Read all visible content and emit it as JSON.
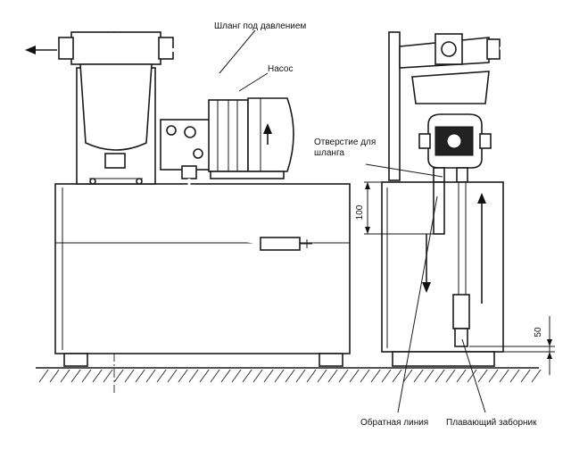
{
  "labels": {
    "pressure_hose": "Шланг под давлением",
    "pump": "Насос",
    "hose_opening_line1": "Отверстие для",
    "hose_opening_line2": "шланга",
    "return_line": "Обратная линия",
    "floating_intake": "Плавающий заборник"
  },
  "dimensions": {
    "top_gap": "100",
    "bottom_gap": "50"
  },
  "icons": {
    "outflow_arrow": "arrow-left-icon",
    "motor_direction": "arrow-up-icon",
    "down_flow": "arrow-down-icon",
    "up_flow": "arrow-up-icon"
  }
}
